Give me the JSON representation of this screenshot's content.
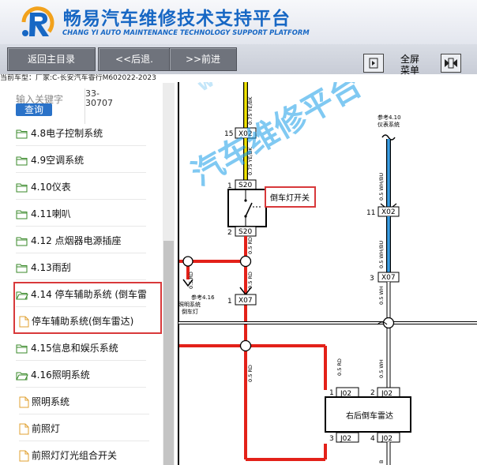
{
  "header": {
    "title_cn": "畅易汽车维修技术支持平台",
    "title_en": "CHANG YI AUTO MAINTENANCE TECHNOLOGY SUPPORT PLATFORM"
  },
  "toolbar": {
    "home_label": "返回主目录",
    "back_label": "<<后退.",
    "forward_label": ">>前进",
    "fullscreen_label_1": "全屏",
    "fullscreen_label_2": "菜单"
  },
  "vehicle": "当前车型：厂家:C-长安汽车睿行M602022-2023",
  "search": {
    "label": "输入关键字",
    "code_1": "33-",
    "code_2": "30707",
    "button": "查询"
  },
  "tree": [
    {
      "label": "4.8电子控制系统",
      "type": "folder"
    },
    {
      "label": "4.9空调系统",
      "type": "folder"
    },
    {
      "label": "4.10仪表",
      "type": "folder"
    },
    {
      "label": "4.11喇叭",
      "type": "folder"
    },
    {
      "label": "4.12 点烟器电源插座",
      "type": "folder"
    },
    {
      "label": "4.13雨刮",
      "type": "folder"
    },
    {
      "label": "4.14 停车辅助系统 (倒车雷达",
      "type": "folder-open"
    },
    {
      "label": "停车辅助系统(倒车雷达)",
      "type": "file"
    },
    {
      "label": "4.15信息和娱乐系统",
      "type": "folder"
    },
    {
      "label": "4.16照明系统",
      "type": "folder-open"
    },
    {
      "label": "照明系统",
      "type": "file"
    },
    {
      "label": "前照灯",
      "type": "file"
    },
    {
      "label": "前照灯灯光组合开关",
      "type": "file"
    }
  ],
  "diagram": {
    "watermark_1": "汽车维修平台",
    "watermark_2": "www.autocheck.com",
    "switch_label": "倒车灯开关",
    "radar_label": "右后倒车雷达",
    "ref_410": "参考4.10",
    "ref_410_sub": "仪表系统",
    "ref_416": "参考4.16",
    "ref_416_sub_1": "照明系统",
    "ref_416_sub_2": "倒车灯",
    "connectors": {
      "x02_top": "X02",
      "x02_top_pin": "15",
      "s20_top": "S20",
      "s20_top_pin": "1",
      "s20_bot": "S20",
      "s20_bot_pin": "2",
      "x07_left": "X07",
      "x07_left_pin": "1",
      "x02_right": "X02",
      "x02_right_pin": "11",
      "x07_right": "X07",
      "x07_right_pin": "3",
      "j02_1": "J02",
      "j02_1_pin": "1",
      "j02_2": "J02",
      "j02_2_pin": "2",
      "j02_3": "J02",
      "j02_3_pin": "3",
      "j02_4": "J02",
      "j02_4_pin": "4"
    },
    "wires": {
      "top": "0.75 YE/BK",
      "mid_top": "0.75 YE/BK",
      "rd_1": "0.5 RD",
      "rd_2": "0.5 RD",
      "rd_left": "0.5 RD",
      "rd_3": "0.5 RD",
      "wh_bu_1": "0.5 WH/BU",
      "wh_bu_2": "0.5 WH/BU",
      "wh_1": "0.5 WH",
      "wh_2": "0.5 WH",
      "bottom_right": "B"
    }
  }
}
